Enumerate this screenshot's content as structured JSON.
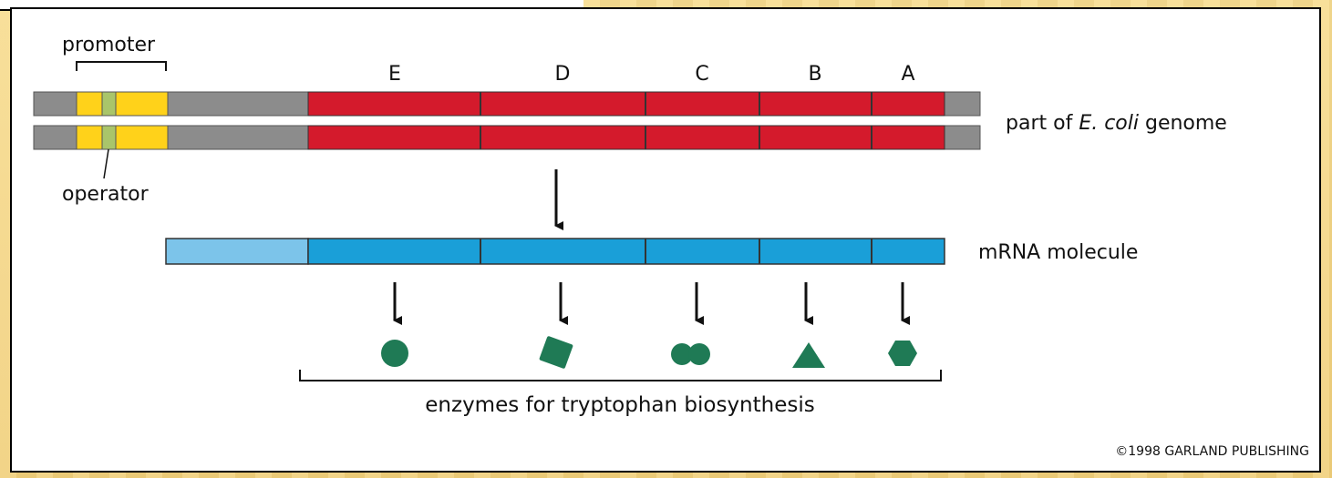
{
  "labels": {
    "promoter": "promoter",
    "operator": "operator",
    "genome_prefix": "part of ",
    "genome_italic": "E. coli",
    "genome_suffix": " genome",
    "mrna": "mRNA molecule",
    "enzymes": "enzymes for tryptophan biosynthesis",
    "copyright": "©1998 GARLAND PUBLISHING"
  },
  "genes": [
    {
      "letter": "E",
      "enzyme_shape": "circle"
    },
    {
      "letter": "D",
      "enzyme_shape": "rotated-square"
    },
    {
      "letter": "C",
      "enzyme_shape": "double-circle"
    },
    {
      "letter": "B",
      "enzyme_shape": "triangle"
    },
    {
      "letter": "A",
      "enzyme_shape": "hexagon"
    }
  ],
  "colors": {
    "gene_red": "#d41a2c",
    "regulatory_gray": "#8c8c8c",
    "promoter_yellow": "#ffd21a",
    "operator_green": "#a9c56a",
    "mrna_blue": "#1a9fd8",
    "mrna_leader_blue": "#7cc4ea",
    "enzyme_green": "#1f7a55",
    "background_tan": "#f5d98a"
  }
}
